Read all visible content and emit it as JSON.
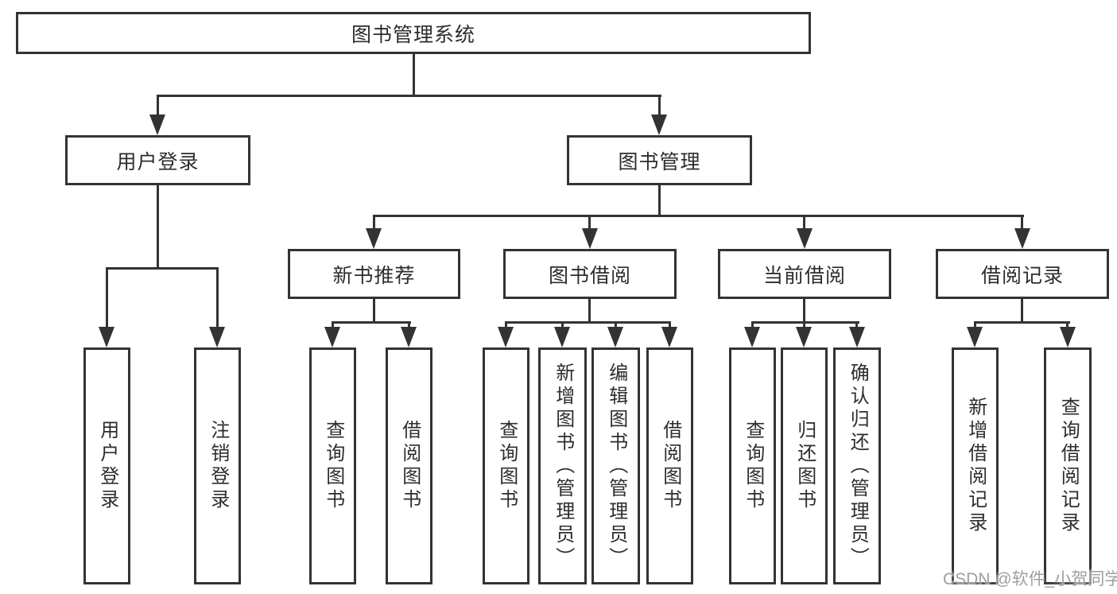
{
  "diagram": {
    "type": "tree",
    "root": {
      "label": "图书管理系统"
    },
    "nodes": {
      "user_login": {
        "label": "用户登录",
        "parent": "图书管理系统"
      },
      "book_mgmt": {
        "label": "图书管理",
        "parent": "图书管理系统"
      },
      "new_book_rec": {
        "label": "新书推荐",
        "parent": "图书管理"
      },
      "book_borrow": {
        "label": "图书借阅",
        "parent": "图书管理"
      },
      "current_borrow": {
        "label": "当前借阅",
        "parent": "图书管理"
      },
      "borrow_records": {
        "label": "借阅记录",
        "parent": "图书管理"
      }
    },
    "leaves": {
      "user_login_child": {
        "label": "用户登录",
        "parent": "用户登录"
      },
      "logout": {
        "label": "注销登录",
        "parent": "用户登录"
      },
      "nb_query_books": {
        "label": "查询图书",
        "parent": "新书推荐"
      },
      "nb_borrow_books": {
        "label": "借阅图书",
        "parent": "新书推荐"
      },
      "bb_query_books": {
        "label": "查询图书",
        "parent": "图书借阅"
      },
      "bb_add_books": {
        "label": "新增图书（管理员）",
        "parent": "图书借阅"
      },
      "bb_edit_books": {
        "label": "编辑图书（管理员）",
        "parent": "图书借阅"
      },
      "bb_borrow_books": {
        "label": "借阅图书",
        "parent": "图书借阅"
      },
      "cb_query_books": {
        "label": "查询图书",
        "parent": "当前借阅"
      },
      "cb_return_books": {
        "label": "归还图书",
        "parent": "当前借阅"
      },
      "cb_confirm_return": {
        "label": "确认归还（管理员）",
        "parent": "当前借阅"
      },
      "br_add_record": {
        "label": "新增借阅记录",
        "parent": "借阅记录"
      },
      "br_query_record": {
        "label": "查询借阅记录",
        "parent": "借阅记录"
      }
    }
  },
  "watermark": {
    "text": "CSDN @软件_小贺同学"
  },
  "colors": {
    "line": "#333333",
    "text": "#2d2d2d",
    "watermark": "#9e9e9e",
    "background": "#ffffff"
  }
}
